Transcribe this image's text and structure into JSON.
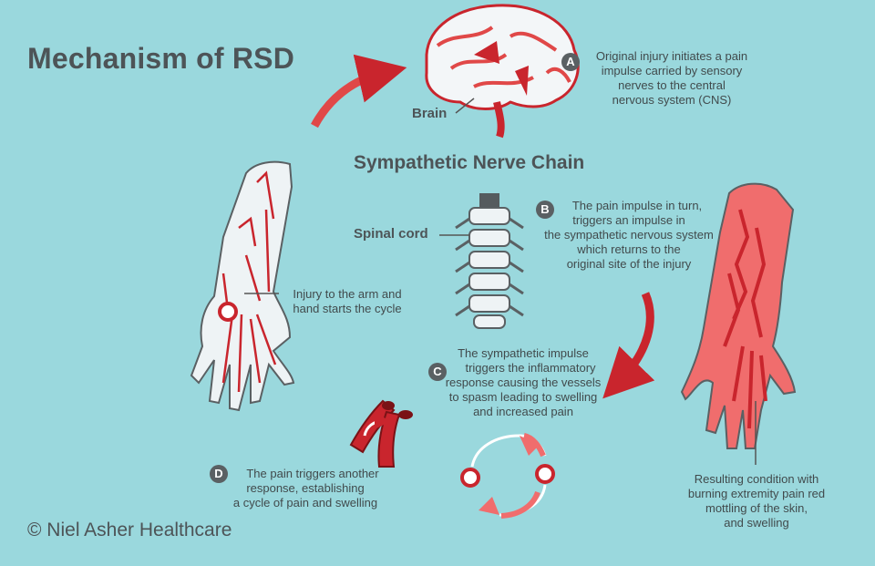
{
  "title": "Mechanism of RSD",
  "labels": {
    "brain": "Brain",
    "sympathetic_chain": "Sympathetic Nerve Chain",
    "spinal_cord": "Spinal cord"
  },
  "steps": [
    {
      "badge": "A",
      "text": [
        "Original injury initiates a pain",
        "impulse carried by sensory",
        "nerves to the central",
        "nervous system (CNS)"
      ]
    },
    {
      "badge": "B",
      "text": [
        "The pain impulse in turn,",
        "triggers an impulse in",
        "the sympathetic nervous system",
        "which returns to the",
        "original site of the injury"
      ]
    },
    {
      "badge": "C",
      "text": [
        "The sympathetic impulse",
        "triggers the inflammatory",
        "response causing the vessels",
        "to spasm leading to swelling",
        "and increased pain"
      ]
    },
    {
      "badge": "D",
      "text": [
        "The pain triggers another",
        "response, establishing",
        "a cycle of pain and swelling"
      ]
    }
  ],
  "injury_caption": [
    "Injury to the arm and",
    "hand starts the cycle"
  ],
  "result_caption": [
    "Resulting condition with",
    "burning extremity pain red",
    "mottling of the skin,",
    "and swelling"
  ],
  "copyright": "© Niel Asher Healthcare",
  "colors": {
    "background": "#9ad8dd",
    "accent_red": "#c9252d",
    "light_red": "#f06d6d",
    "text": "#4d5457",
    "bone": "#eef3f5"
  }
}
